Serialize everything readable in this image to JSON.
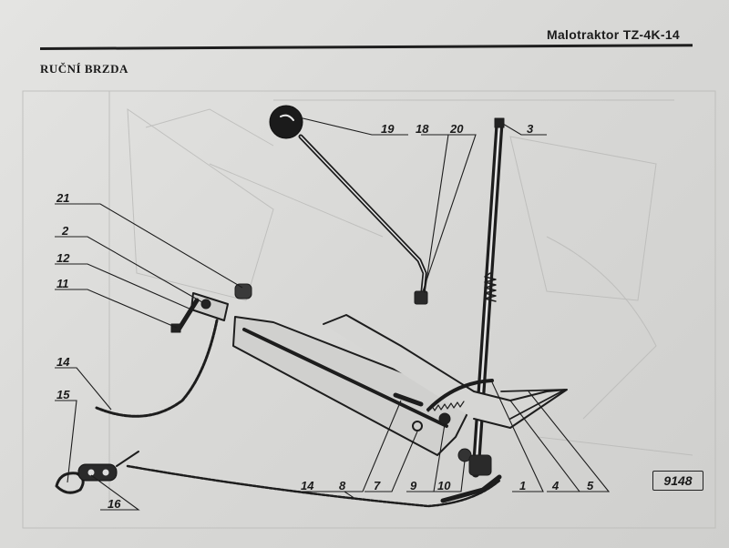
{
  "header": {
    "title": "Malotraktor TZ-4K-14"
  },
  "section": {
    "title": "RUČNÍ BRZDA"
  },
  "figure": {
    "number": "9148"
  },
  "callouts": [
    {
      "id": "c19",
      "label": "19"
    },
    {
      "id": "c18",
      "label": "18"
    },
    {
      "id": "c20",
      "label": "20"
    },
    {
      "id": "c3",
      "label": "3"
    },
    {
      "id": "c21",
      "label": "21"
    },
    {
      "id": "c2",
      "label": "2"
    },
    {
      "id": "c12",
      "label": "12"
    },
    {
      "id": "c11",
      "label": "11"
    },
    {
      "id": "c14a",
      "label": "14"
    },
    {
      "id": "c15",
      "label": "15"
    },
    {
      "id": "c16",
      "label": "16"
    },
    {
      "id": "c14b",
      "label": "14"
    },
    {
      "id": "c8",
      "label": "8"
    },
    {
      "id": "c7",
      "label": "7"
    },
    {
      "id": "c9",
      "label": "9"
    },
    {
      "id": "c10",
      "label": "10"
    },
    {
      "id": "c1",
      "label": "1"
    },
    {
      "id": "c4",
      "label": "4"
    },
    {
      "id": "c5",
      "label": "5"
    }
  ]
}
